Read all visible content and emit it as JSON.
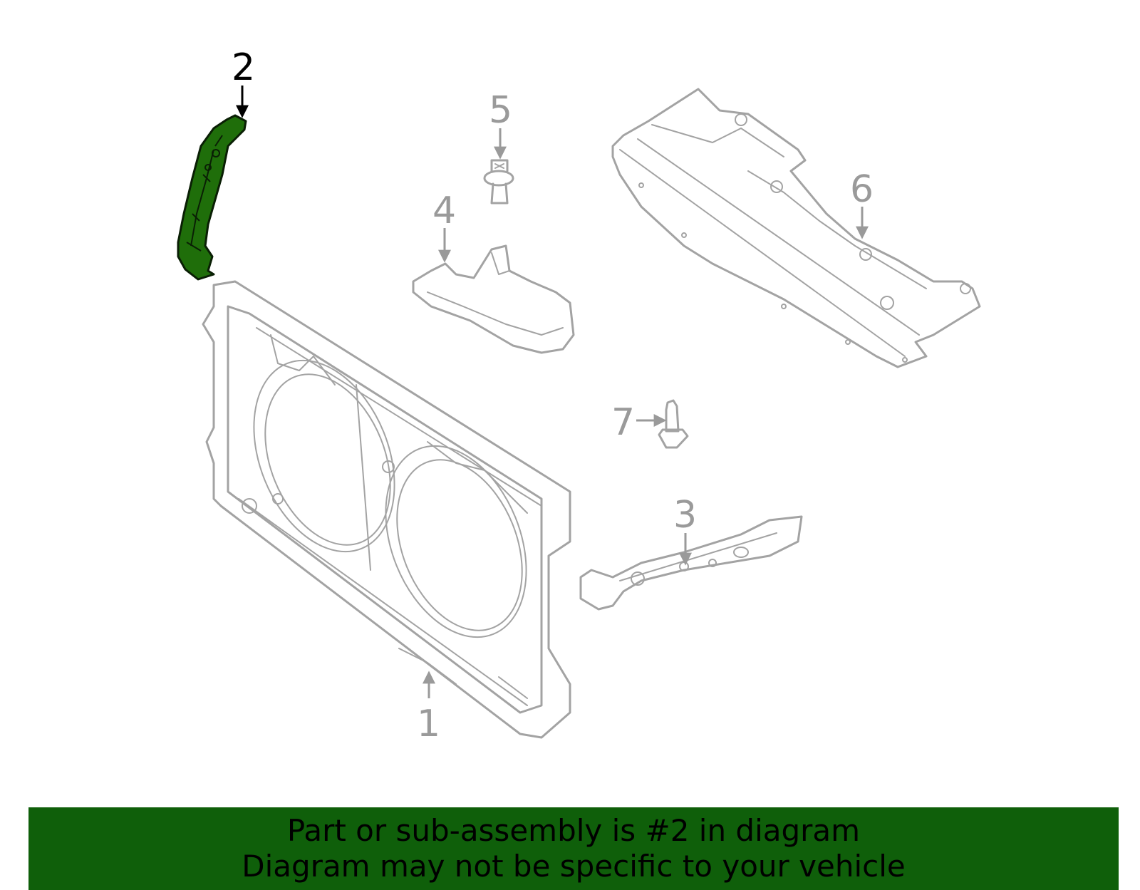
{
  "colors": {
    "highlight_fill": "#1f6e0a",
    "highlight_stroke": "#0a1f05",
    "part_stroke": "#a3a3a3",
    "label_gray": "#9a9a9a",
    "label_highlight": "#000000",
    "footer_bg": "#0f5f0a"
  },
  "callouts": {
    "c1": "1",
    "c2": "2",
    "c3": "3",
    "c4": "4",
    "c5": "5",
    "c6": "6",
    "c7": "7"
  },
  "footer": {
    "line1": "Part or sub-assembly is #2 in diagram",
    "line2": "Diagram may not be specific to your vehicle"
  }
}
